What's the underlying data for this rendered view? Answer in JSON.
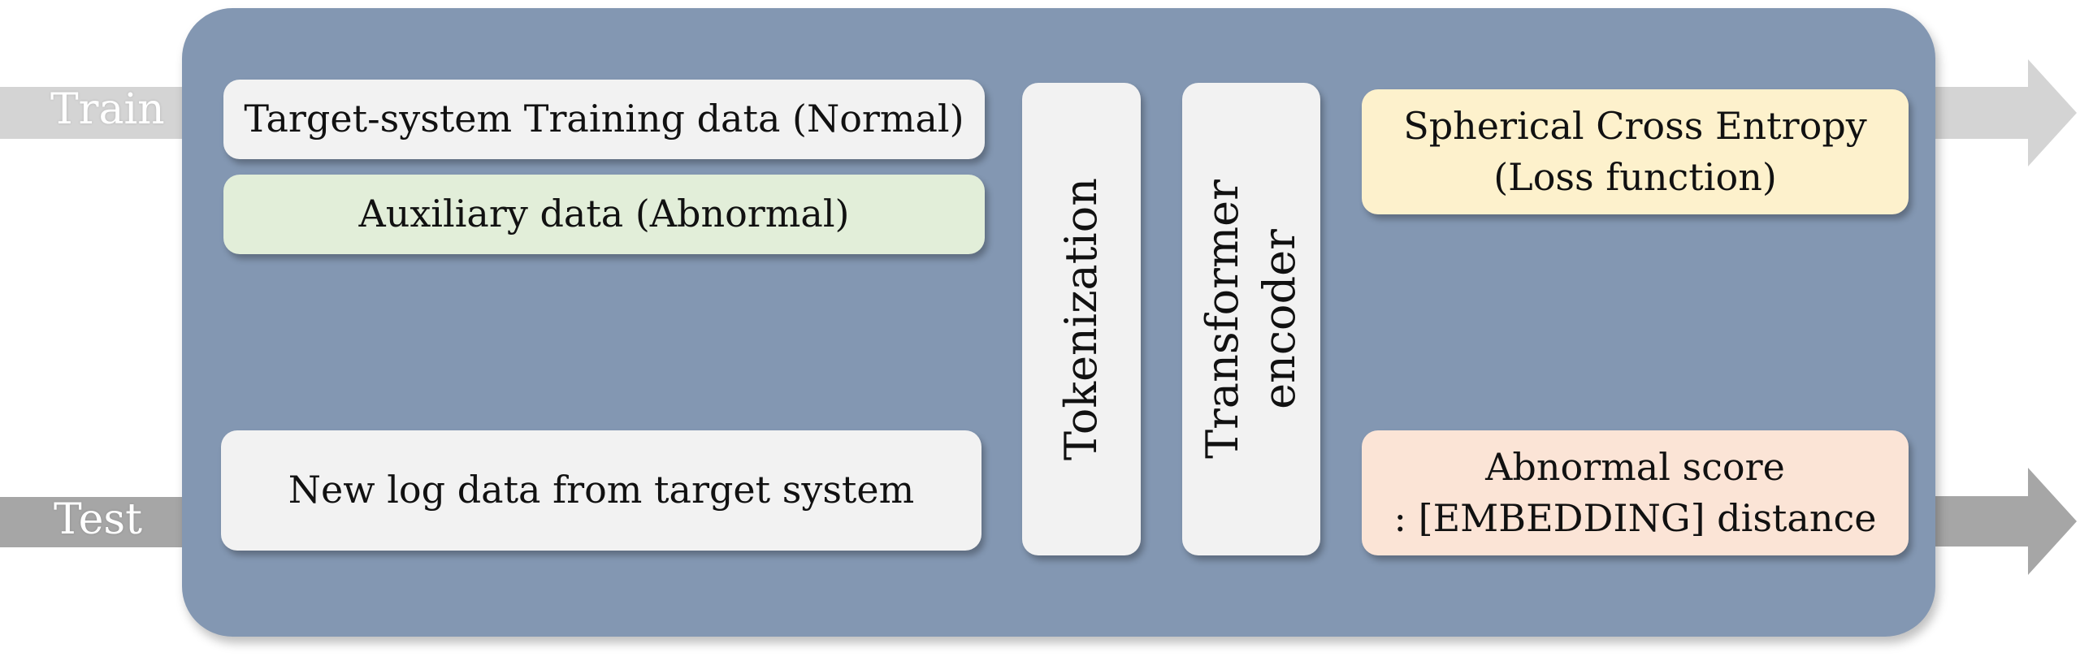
{
  "arrows": {
    "train_label": "Train",
    "test_label": "Test"
  },
  "boxes": {
    "target_training": "Target-system Training data (Normal)",
    "auxiliary": "Auxiliary data (Abnormal)",
    "new_log": "New log data from target system",
    "tokenization": "Tokenization",
    "transformer_line1": "Transformer",
    "transformer_line2": "encoder",
    "loss_line1": "Spherical Cross Entropy",
    "loss_line2": "(Loss function)",
    "score_line1": "Abnormal score",
    "score_line2": ": [EMBEDDING] distance"
  },
  "colors": {
    "panel": "#8397b2",
    "box_light": "#f2f2f2",
    "box_green": "#e2eed9",
    "box_yellow": "#fdf1cc",
    "box_pink": "#fbe4d6",
    "train_arrow": "#d4d4d4",
    "test_arrow": "#a6a6a6"
  }
}
